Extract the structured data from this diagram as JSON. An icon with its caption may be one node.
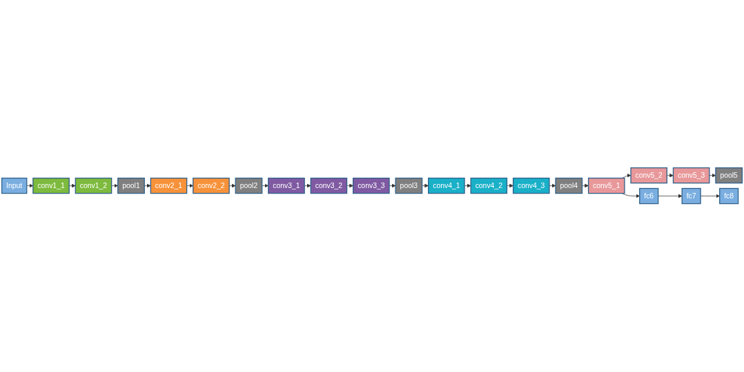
{
  "diagram": {
    "nodes": [
      {
        "text": [
          "Input"
        ]
      },
      {
        "text": [
          "conv1_1"
        ]
      },
      {
        "text": [
          "conv1_2"
        ]
      },
      {
        "text": [
          "pool1"
        ]
      },
      {
        "text": [
          "conv2_1"
        ]
      },
      {
        "text": [
          "conv2_2"
        ]
      },
      {
        "text": [
          "pool2"
        ]
      },
      {
        "text": [
          "conv3_1"
        ]
      },
      {
        "text": [
          "conv3_2"
        ]
      },
      {
        "text": [
          "conv3_3"
        ]
      },
      {
        "text": [
          "pool3"
        ]
      },
      {
        "text": [
          "conv4_1"
        ]
      },
      {
        "text": [
          "conv4_2"
        ]
      },
      {
        "text": [
          "conv4_3"
        ]
      },
      {
        "text": [
          "pool4"
        ]
      },
      {
        "text": [
          "conv5_1"
        ]
      },
      {
        "text": [
          "conv5_2"
        ]
      },
      {
        "text": [
          "conv5_3"
        ]
      },
      {
        "text": [
          "pool5"
        ]
      },
      {
        "text": [
          "fc6"
        ]
      },
      {
        "text": [
          "fc7"
        ]
      },
      {
        "text": [
          "fc8"
        ]
      }
    ],
    "edges": [
      {
        "from": 0,
        "to": 1,
        "arrow": "to"
      },
      {
        "from": 1,
        "to": 2,
        "arrow": "to"
      },
      {
        "from": 2,
        "to": 3,
        "arrow": "to"
      },
      {
        "from": 3,
        "to": 4,
        "arrow": "to"
      },
      {
        "from": 4,
        "to": 5,
        "arrow": "to"
      },
      {
        "from": 5,
        "to": 6,
        "arrow": "to"
      },
      {
        "from": 6,
        "to": 7,
        "arrow": "to"
      },
      {
        "from": 7,
        "to": 8,
        "arrow": "to"
      },
      {
        "from": 8,
        "to": 9,
        "arrow": "to"
      },
      {
        "from": 9,
        "to": 10,
        "arrow": "to"
      },
      {
        "from": 10,
        "to": 11,
        "arrow": "to"
      },
      {
        "from": 11,
        "to": 12,
        "arrow": "to"
      },
      {
        "from": 12,
        "to": 13,
        "arrow": "to"
      },
      {
        "from": 13,
        "to": 14,
        "arrow": "to"
      },
      {
        "from": 14,
        "to": 15,
        "arrow": "to"
      },
      {
        "from": 15,
        "to": 16,
        "arrow": "to"
      },
      {
        "from": 16,
        "to": 17,
        "arrow": "to"
      },
      {
        "from": 17,
        "to": 18,
        "arrow": "to"
      },
      {
        "from": 15,
        "to": 19,
        "arrow": "to"
      },
      {
        "from": 19,
        "to": 20,
        "arrow": "to"
      },
      {
        "from": 20,
        "to": 21,
        "arrow": "to"
      }
    ]
  }
}
